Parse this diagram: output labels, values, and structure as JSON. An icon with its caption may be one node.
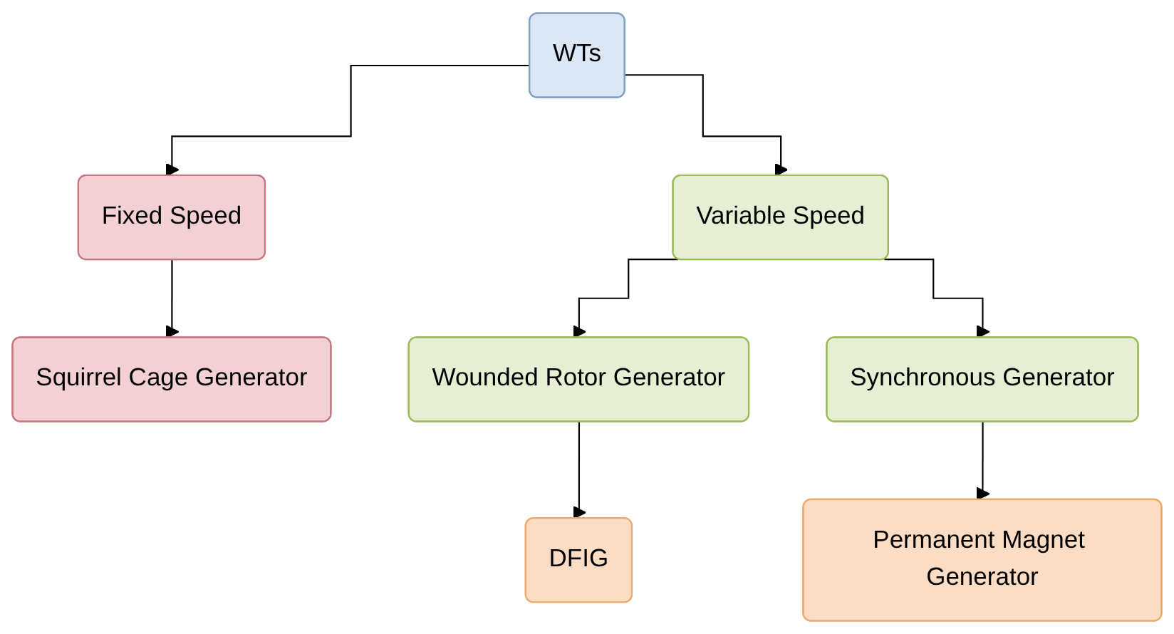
{
  "diagram": {
    "nodes": [
      {
        "text": [
          "WTs"
        ]
      },
      {
        "text": [
          "Fixed Speed"
        ]
      },
      {
        "text": [
          "Variable Speed"
        ]
      },
      {
        "text": [
          "Squirrel Cage Generator"
        ]
      },
      {
        "text": [
          "Wounded Rotor Generator"
        ]
      },
      {
        "text": [
          "Synchronous Generator"
        ]
      },
      {
        "text": [
          "DFIG"
        ]
      },
      {
        "text": [
          "Permanent Magnet Generator"
        ]
      }
    ],
    "edges": [
      {
        "from": 0,
        "to": 1,
        "arrow": "to"
      },
      {
        "from": 0,
        "to": 2,
        "arrow": "to"
      },
      {
        "from": 1,
        "to": 3,
        "arrow": "to"
      },
      {
        "from": 2,
        "to": 4,
        "arrow": "to"
      },
      {
        "from": 2,
        "to": 5,
        "arrow": "to"
      },
      {
        "from": 4,
        "to": 6,
        "arrow": "to"
      },
      {
        "from": 5,
        "to": 7,
        "arrow": "to"
      }
    ]
  }
}
